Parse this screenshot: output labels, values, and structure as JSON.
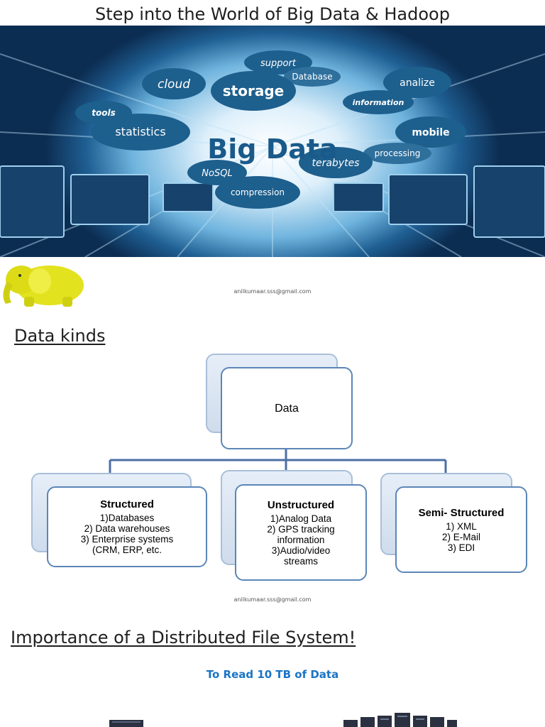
{
  "page_title": "Step into the World of Big Data & Hadoop",
  "banner": {
    "headline": "Big Data",
    "clouds": [
      "support",
      "Database",
      "cloud",
      "storage",
      "analize",
      "information",
      "tools",
      "statistics",
      "mobile",
      "processing",
      "terabytes",
      "NoSQL",
      "compression"
    ]
  },
  "email": "anilkumaar.sss@gmail.com",
  "section1": {
    "heading": "Data kinds"
  },
  "diagram": {
    "root": "Data",
    "children": [
      {
        "title": "Structured",
        "lines": [
          "1)Databases",
          "2) Data warehouses",
          "3) Enterprise systems",
          "(CRM, ERP, etc."
        ]
      },
      {
        "title": "Unstructured",
        "lines": [
          "1)Analog Data",
          "2) GPS tracking",
          "information",
          "3)Audio/video",
          "streams"
        ]
      },
      {
        "title": "Semi- Structured",
        "lines": [
          "1) XML",
          "2) E-Mail",
          "3) EDI"
        ]
      }
    ]
  },
  "section2": {
    "heading": "Importance of a Distributed File System!",
    "link": "To Read 10 TB of Data"
  },
  "colors": {
    "accent_blue": "#1b74c4",
    "box_border": "#5b86b7",
    "connector": "#4b6fa5"
  }
}
